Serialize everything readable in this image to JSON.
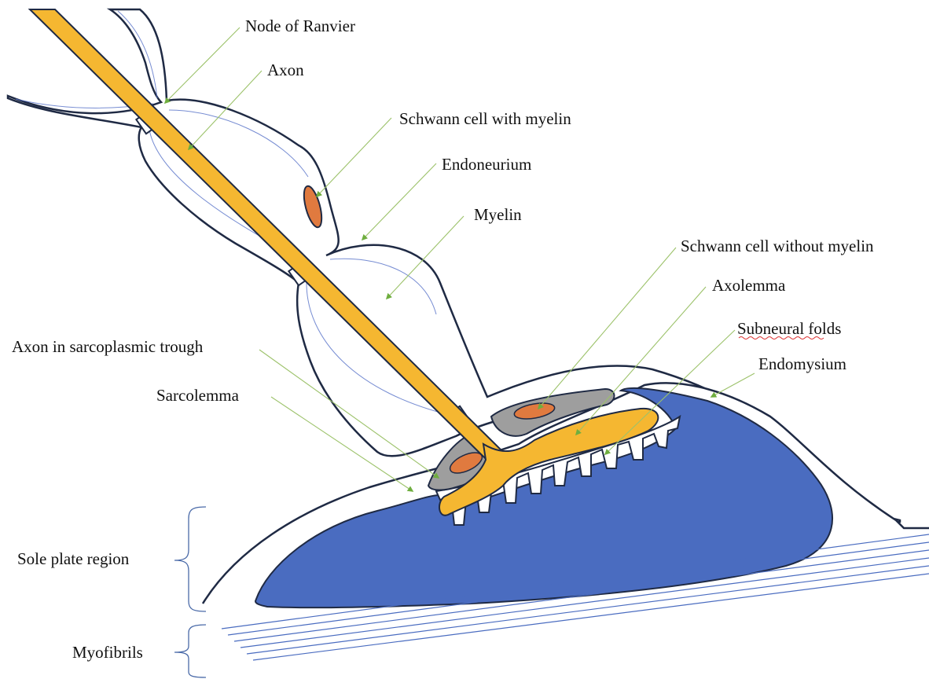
{
  "labels": {
    "node_of_ranvier": "Node of Ranvier",
    "axon": "Axon",
    "schwann_with_myelin": "Schwann cell with myelin",
    "endoneurium": "Endoneurium",
    "myelin": "Myelin",
    "schwann_without_myelin": "Schwann cell without myelin",
    "axolemma": "Axolemma",
    "subneural_folds": "Subneural folds",
    "endomysium": "Endomysium",
    "axon_in_trough": "Axon in sarcoplasmic trough",
    "sarcolemma": "Sarcolemma",
    "sole_plate_region": "Sole plate region",
    "myofibrils": "Myofibrils"
  },
  "colors": {
    "axon": "#F5B731",
    "axon_edge": "#1f2a44",
    "muscle": "#4A6CC0",
    "schwann_cell_body": "#9e9e9e",
    "nucleus": "#E07A3F",
    "leader_line": "#9CC26A",
    "membrane": "#1f2a44",
    "myofibril_line": "#4A6CC0",
    "spellcheck_underline": "#dd3333"
  },
  "icons": {
    "arrowheads": "green-triangle-arrowhead",
    "braces": "curly-brace"
  }
}
